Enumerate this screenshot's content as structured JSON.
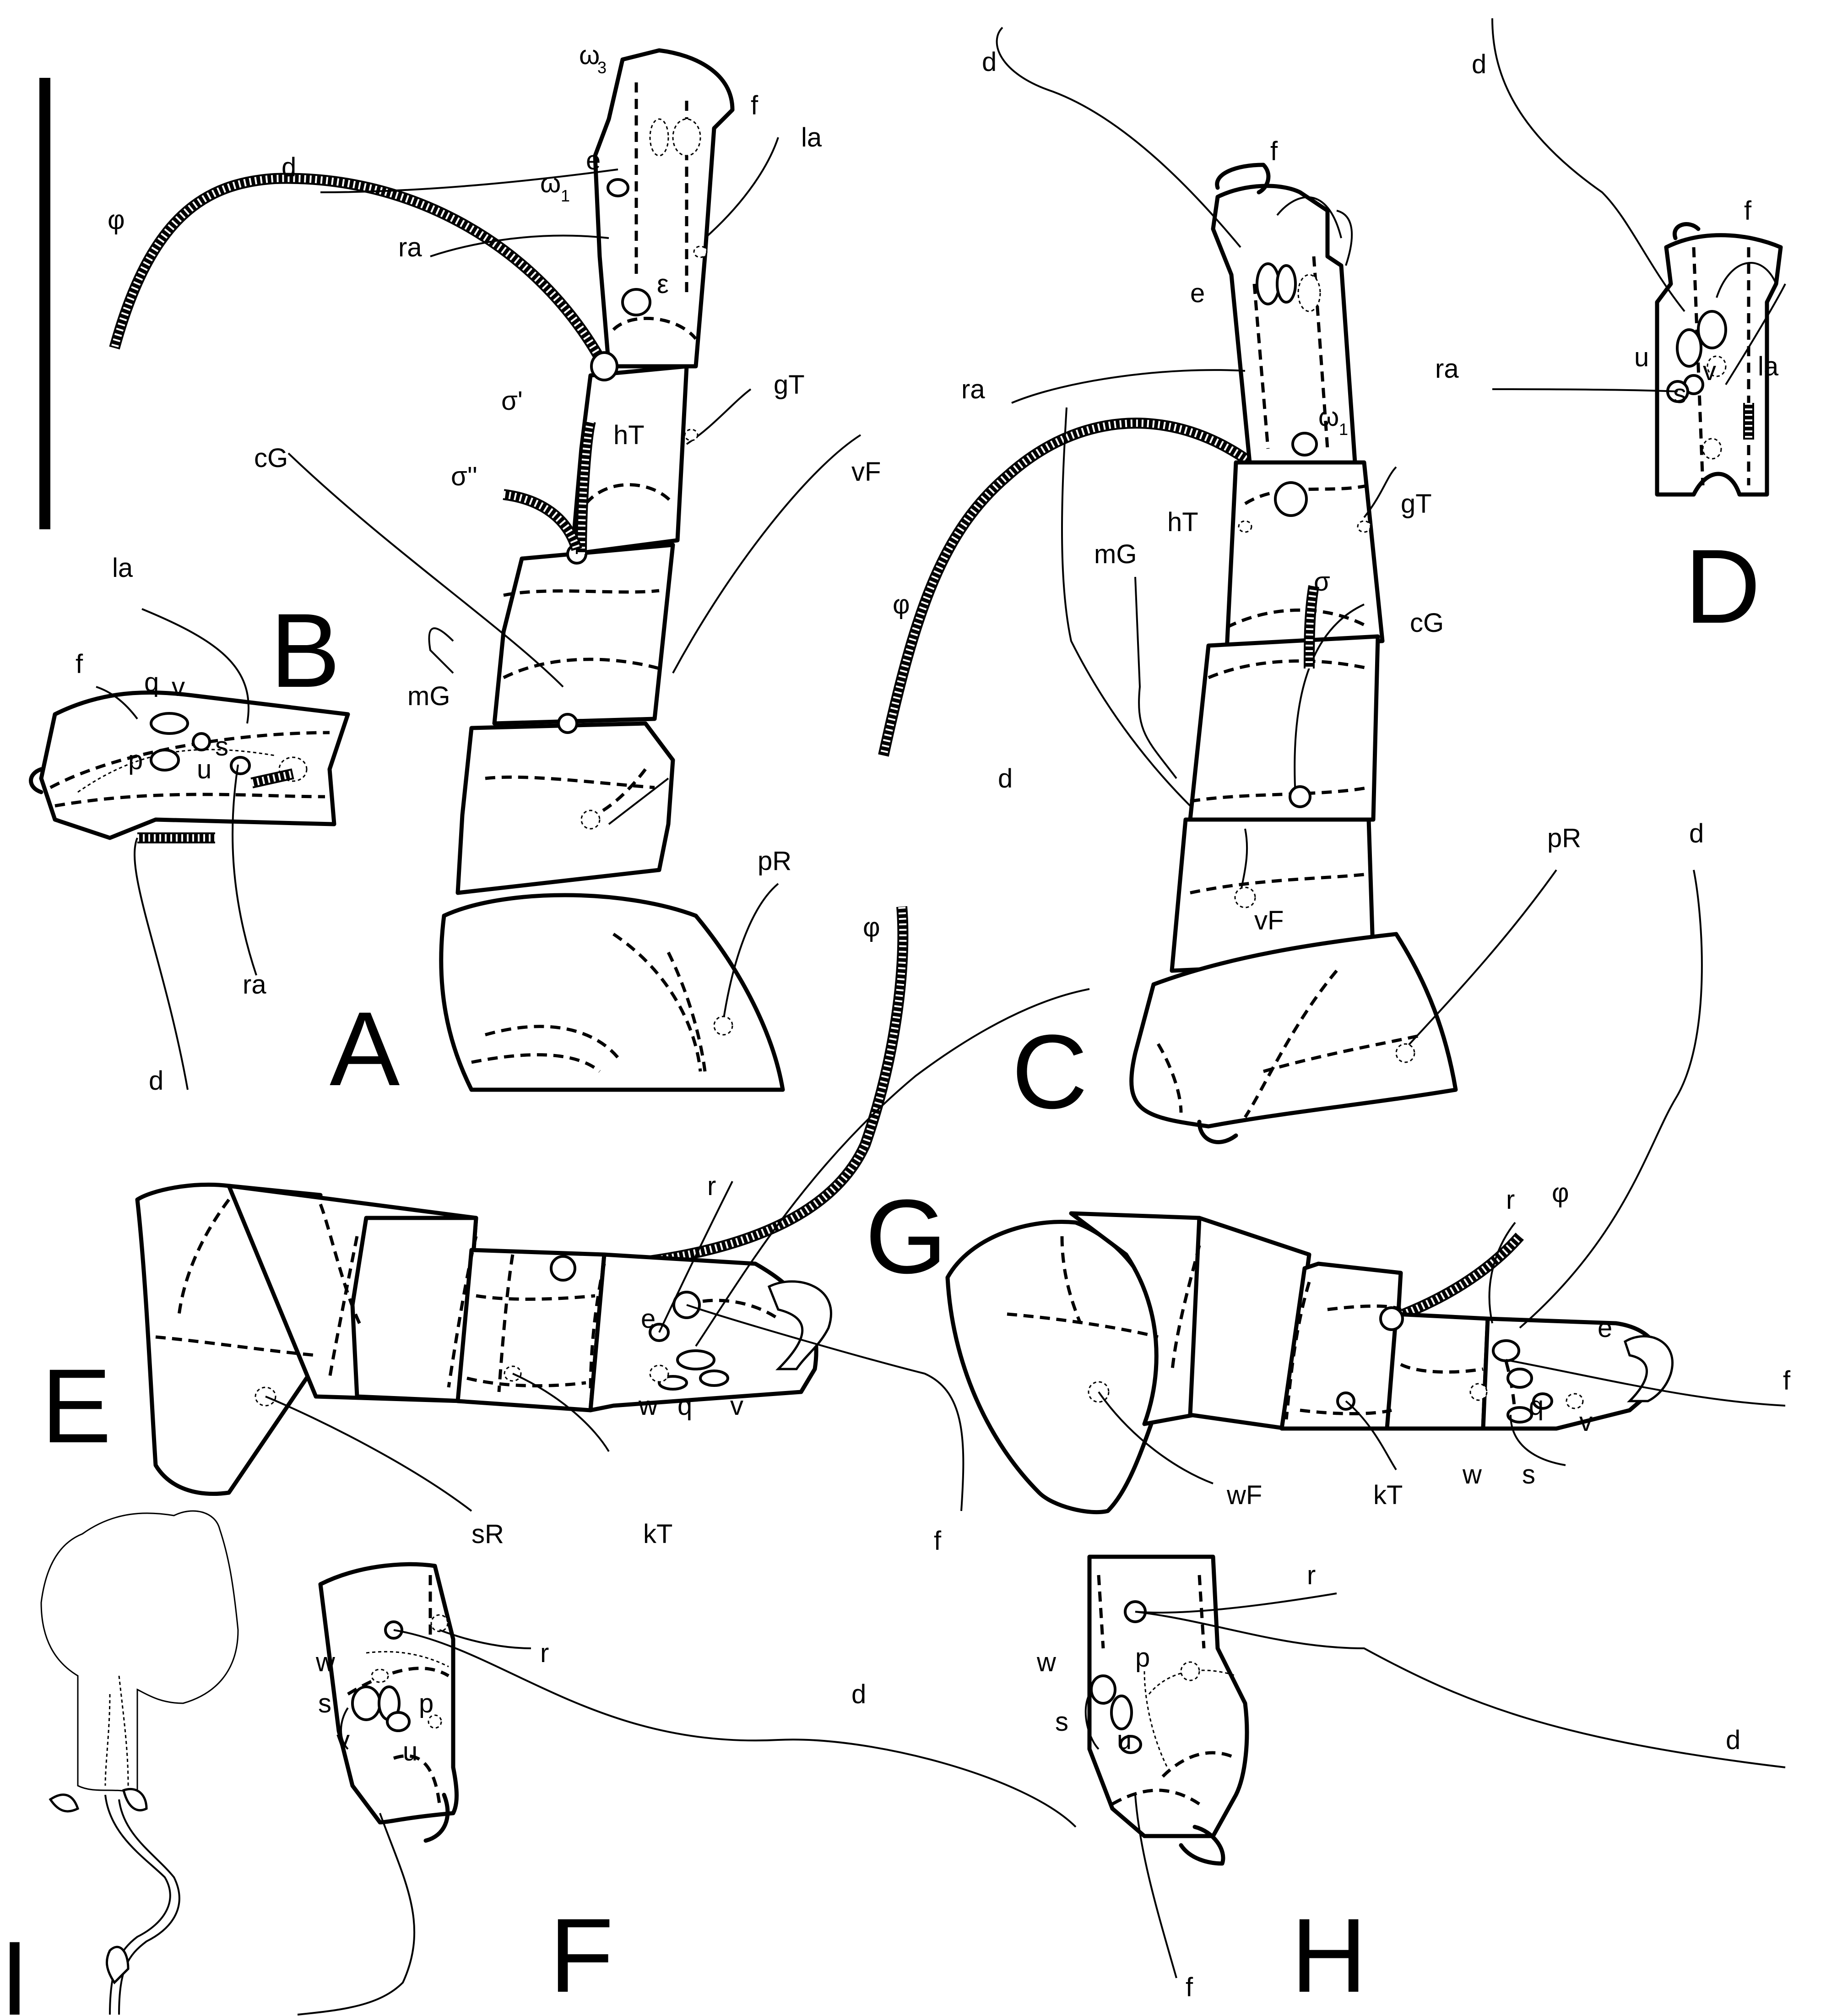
{
  "panels": {
    "A": "A",
    "B": "B",
    "C": "C",
    "D": "D",
    "E": "E",
    "F": "F",
    "G": "G",
    "H": "H",
    "I": "I"
  },
  "labels": {
    "A": {
      "omega3": "ω",
      "omega3_sub": "3",
      "f": "f",
      "la": "la",
      "e": "e",
      "omega1": "ω",
      "omega1_sub": "1",
      "d": "d",
      "phi": "φ",
      "ra": "ra",
      "epsilon": "ε",
      "gT": "gT",
      "sigma1": "σ'",
      "hT": "hT",
      "sigma2": "σ''",
      "vF": "vF",
      "cG": "cG",
      "mG": "mG",
      "pR": "pR"
    },
    "B": {
      "la": "la",
      "f": "f",
      "q": "q",
      "v": "v",
      "s": "s",
      "p": "p",
      "u": "u",
      "ra": "ra",
      "d": "d"
    },
    "C": {
      "d": "d",
      "f": "f",
      "e": "e",
      "ra": "ra",
      "omega1": "ω",
      "omega1_sub": "1",
      "gT": "gT",
      "hT": "hT",
      "mG": "mG",
      "phi": "φ",
      "sigma": "σ",
      "cG": "cG",
      "vF": "vF",
      "pR": "pR"
    },
    "D": {
      "d": "d",
      "f": "f",
      "ra": "ra",
      "u": "u",
      "s": "s",
      "v": "v",
      "la": "la"
    },
    "E": {
      "r": "r",
      "phi": "φ",
      "d": "d",
      "e": "e",
      "w": "w",
      "q": "q",
      "v": "v",
      "kT": "kT",
      "sR": "sR",
      "f": "f"
    },
    "F": {
      "w": "w",
      "s": "s",
      "v": "v",
      "u": "u",
      "p": "p",
      "r": "r",
      "d": "d"
    },
    "G": {
      "r": "r",
      "phi": "φ",
      "d": "d",
      "e": "e",
      "f": "f",
      "q": "q",
      "v": "v",
      "w": "w",
      "s": "s",
      "kT": "kT",
      "wF": "wF"
    },
    "H": {
      "r": "r",
      "w": "w",
      "p": "p",
      "s": "s",
      "u": "u",
      "d": "d",
      "f": "f"
    }
  }
}
